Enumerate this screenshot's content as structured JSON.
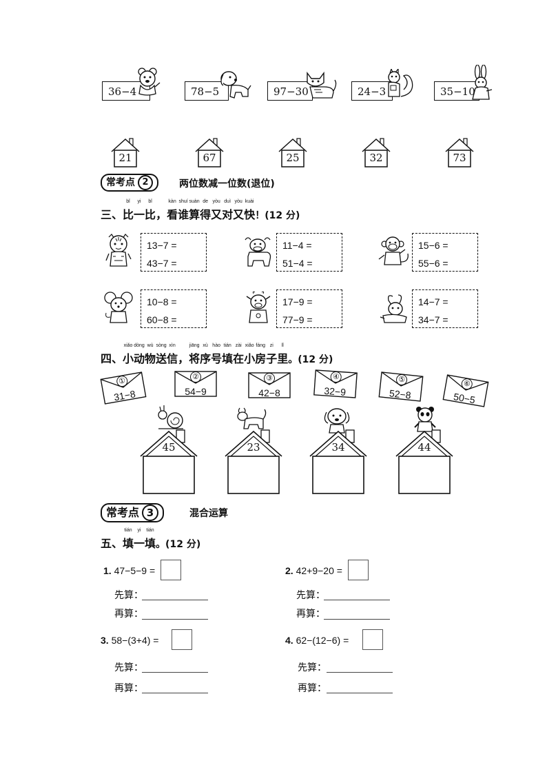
{
  "top_cards": [
    {
      "expr": "36−4",
      "animal": "bear-icon"
    },
    {
      "expr": "78−5",
      "animal": "dog-icon"
    },
    {
      "expr": "97−30",
      "animal": "cat-icon"
    },
    {
      "expr": "24−3",
      "animal": "squirrel-icon"
    },
    {
      "expr": "35−10",
      "animal": "rabbit-icon"
    }
  ],
  "top_houses": [
    "21",
    "67",
    "25",
    "32",
    "73"
  ],
  "section2": {
    "tag": "常考点",
    "num": "2",
    "title": "两位数减一位数(退位)"
  },
  "q3": {
    "prefix": "三、",
    "chars": [
      {
        "c": "比",
        "p": "bǐ"
      },
      {
        "c": "一",
        "p": "yi"
      },
      {
        "c": "比",
        "p": "bǐ"
      },
      {
        "c": "，",
        "p": ""
      },
      {
        "c": "看",
        "p": "kàn"
      },
      {
        "c": "谁",
        "p": "shuí"
      },
      {
        "c": "算",
        "p": "suàn"
      },
      {
        "c": "得",
        "p": "de"
      },
      {
        "c": "又",
        "p": "yòu"
      },
      {
        "c": "对",
        "p": "duì"
      },
      {
        "c": "又",
        "p": "yòu"
      },
      {
        "c": "快",
        "p": "kuài"
      }
    ],
    "suffix": "！(12 分)",
    "boxes": [
      {
        "animal": "tiger-icon",
        "l1": "13−7 =",
        "l2": "43−7 ="
      },
      {
        "animal": "cow-icon",
        "l1": "11−4 =",
        "l2": "51−4 ="
      },
      {
        "animal": "monkey-icon",
        "l1": "15−6 =",
        "l2": "55−6 ="
      },
      {
        "animal": "mouse-icon",
        "l1": "10−8 =",
        "l2": "60−8 ="
      },
      {
        "animal": "calf-icon",
        "l1": "17−9 =",
        "l2": "77−9 ="
      },
      {
        "animal": "rabbit-icon",
        "l1": "14−7 =",
        "l2": "34−7 ="
      }
    ]
  },
  "q4": {
    "prefix": "四、",
    "chars": [
      {
        "c": "小",
        "p": "xiǎo"
      },
      {
        "c": "动",
        "p": "dòng"
      },
      {
        "c": "物",
        "p": "wù"
      },
      {
        "c": "送",
        "p": "sòng"
      },
      {
        "c": "信",
        "p": "xìn"
      },
      {
        "c": "，",
        "p": ""
      },
      {
        "c": "将",
        "p": "jiāng"
      },
      {
        "c": "序",
        "p": "xù"
      },
      {
        "c": "号",
        "p": "hào"
      },
      {
        "c": "填",
        "p": "tián"
      },
      {
        "c": "在",
        "p": "zài"
      },
      {
        "c": "小",
        "p": "xiǎo"
      },
      {
        "c": "房",
        "p": "fáng"
      },
      {
        "c": "子",
        "p": "zi"
      },
      {
        "c": "里",
        "p": "lǐ"
      }
    ],
    "suffix": "。(12 分)",
    "envelopes": [
      {
        "n": "①",
        "expr": "31−8"
      },
      {
        "n": "②",
        "expr": "54−9"
      },
      {
        "n": "③",
        "expr": "42−8"
      },
      {
        "n": "④",
        "expr": "32−9"
      },
      {
        "n": "⑤",
        "expr": "52−8"
      },
      {
        "n": "⑥",
        "expr": "50−5"
      }
    ],
    "houses": [
      {
        "num": "45",
        "animal": "snail-icon"
      },
      {
        "num": "23",
        "animal": "goat-icon"
      },
      {
        "num": "34",
        "animal": "puppy-icon"
      },
      {
        "num": "44",
        "animal": "panda-icon"
      }
    ]
  },
  "section3": {
    "tag": "常考点",
    "num": "3",
    "title": "混合运算"
  },
  "q5": {
    "prefix": "五、",
    "chars": [
      {
        "c": "填",
        "p": "tián"
      },
      {
        "c": "一",
        "p": "yi"
      },
      {
        "c": "填",
        "p": "tián"
      }
    ],
    "suffix": "。(12 分)",
    "items": [
      {
        "num": "1.",
        "expr": "47−5−9 =",
        "first": "先算：",
        "then": "再算："
      },
      {
        "num": "2.",
        "expr": "42+9−20 =",
        "first": "先算：",
        "then": "再算："
      },
      {
        "num": "3.",
        "expr": "58−(3+4) =",
        "first": "先算：",
        "then": "再算："
      },
      {
        "num": "4.",
        "expr": "62−(12−6) =",
        "first": "先算：",
        "then": "再算："
      }
    ]
  }
}
